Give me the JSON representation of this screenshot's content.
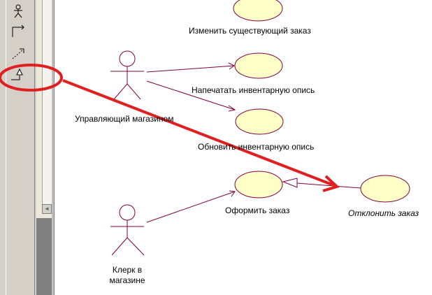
{
  "toolbox": {
    "tools": [
      "actor-tool-icon",
      "association-tool-icon",
      "dependency-tool-icon",
      "generalization-tool-icon"
    ]
  },
  "diagram": {
    "use_cases": {
      "change_order": "Изменить существующий заказ",
      "print_inventory": "Напечатать инвентарную опись",
      "update_inventory": "Обновить инвентарную опись",
      "place_order": "Оформить заказ",
      "reject_order": "Отклонить заказ"
    },
    "actors": {
      "store_manager": "Управляющий магазином",
      "store_clerk_line1": "Клерк в",
      "store_clerk_line2": "магазине"
    },
    "colors": {
      "usecase_fill": "#ffffc8",
      "line": "#800040",
      "highlight": "#e02020"
    }
  }
}
